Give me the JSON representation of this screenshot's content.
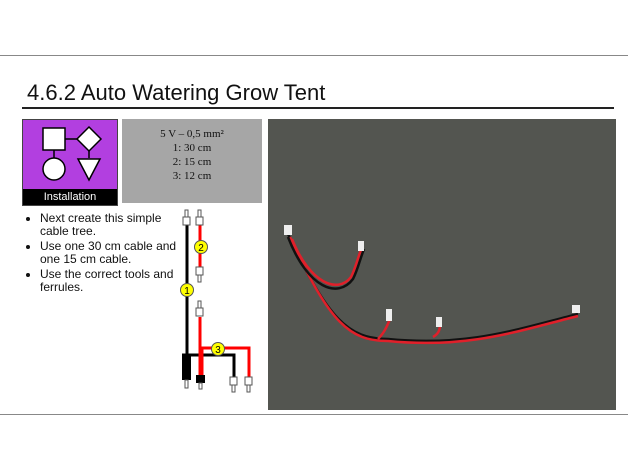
{
  "title": "4.6.2 Auto Watering Grow Tent",
  "icon": {
    "name": "flowchart-icon",
    "label": "Installation",
    "color": "#b23fe0"
  },
  "spec": {
    "line1": "5 V – 0,5 mm²",
    "line2": "1: 30 cm",
    "line3": "2: 15 cm",
    "line4": "3:  12 cm"
  },
  "bullets": [
    "Next create this simple cable tree.",
    "Use one 30 cm cable and one 15 cm cable.",
    "Use the correct tools and ferrules."
  ],
  "diagram": {
    "labels": [
      "1",
      "2",
      "3"
    ],
    "wire_colors": {
      "black": "#000000",
      "red": "#ff0000"
    },
    "marker_color": "#ffff00"
  }
}
